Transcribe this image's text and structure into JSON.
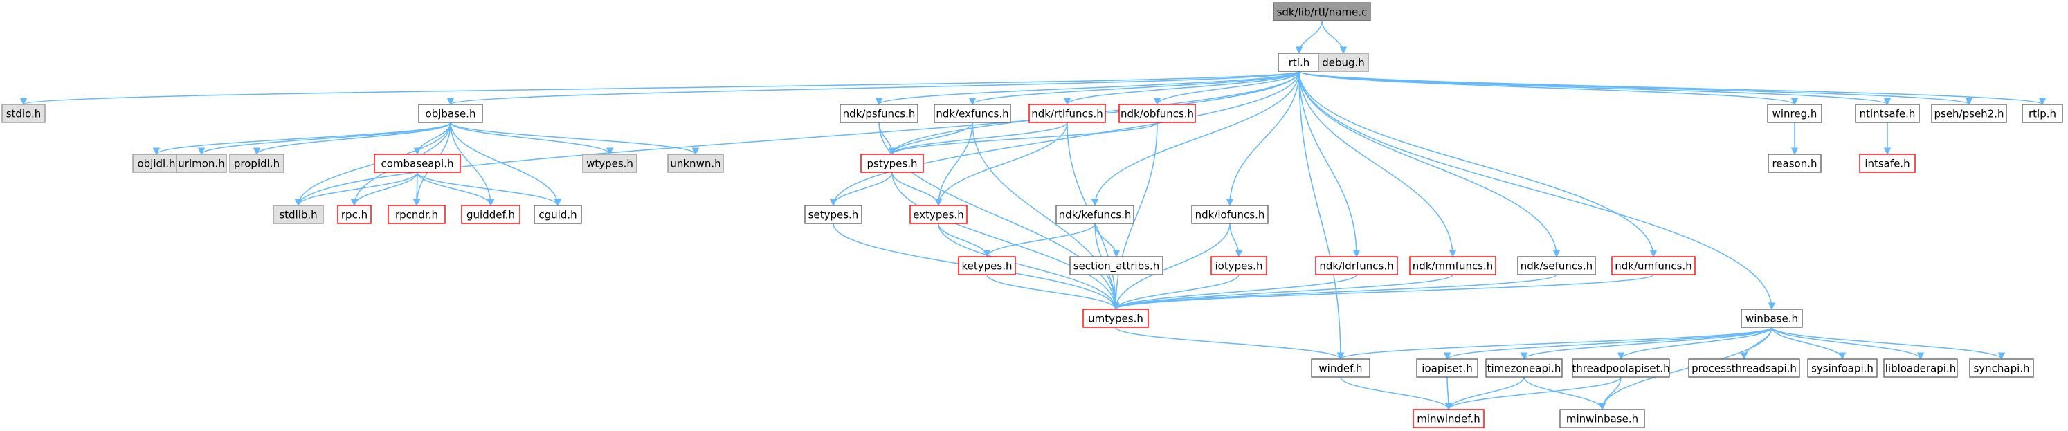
{
  "colors": {
    "edge": "#63b8ff",
    "text": "#000000",
    "root_fill": "#999999",
    "root_border": "#666666",
    "normal_fill": "#ffffff",
    "normal_border": "#666666",
    "red_border": "#ff0000",
    "gray_fill": "#e0e0e0",
    "gray_border": "#999999"
  },
  "nodes": [
    {
      "id": "name_c",
      "label": "sdk/lib/rtl/name.c",
      "style": "root"
    },
    {
      "id": "rtl_h",
      "label": "rtl.h",
      "style": "normal"
    },
    {
      "id": "debug_h",
      "label": "debug.h",
      "style": "gray"
    },
    {
      "id": "stdio_h",
      "label": "stdio.h",
      "style": "gray"
    },
    {
      "id": "objbase_h",
      "label": "objbase.h",
      "style": "normal"
    },
    {
      "id": "objidl_h",
      "label": "objidl.h",
      "style": "gray"
    },
    {
      "id": "urlmon_h",
      "label": "urlmon.h",
      "style": "gray"
    },
    {
      "id": "propidl_h",
      "label": "propidl.h",
      "style": "gray"
    },
    {
      "id": "combaseapi_h",
      "label": "combaseapi.h",
      "style": "red"
    },
    {
      "id": "wtypes_h",
      "label": "wtypes.h",
      "style": "gray"
    },
    {
      "id": "unknwn_h",
      "label": "unknwn.h",
      "style": "gray"
    },
    {
      "id": "stdlib_h",
      "label": "stdlib.h",
      "style": "gray"
    },
    {
      "id": "rpc_h",
      "label": "rpc.h",
      "style": "red"
    },
    {
      "id": "rpcndr_h",
      "label": "rpcndr.h",
      "style": "red"
    },
    {
      "id": "guiddef_h",
      "label": "guiddef.h",
      "style": "red"
    },
    {
      "id": "cguid_h",
      "label": "cguid.h",
      "style": "normal"
    },
    {
      "id": "psfuncs_h",
      "label": "ndk/psfuncs.h",
      "style": "normal"
    },
    {
      "id": "exfuncs_h",
      "label": "ndk/exfuncs.h",
      "style": "normal"
    },
    {
      "id": "rtlfuncs_h",
      "label": "ndk/rtlfuncs.h",
      "style": "red"
    },
    {
      "id": "obfuncs_h",
      "label": "ndk/obfuncs.h",
      "style": "red"
    },
    {
      "id": "pstypes_h",
      "label": "pstypes.h",
      "style": "red"
    },
    {
      "id": "setypes_h",
      "label": "setypes.h",
      "style": "normal"
    },
    {
      "id": "extypes_h",
      "label": "extypes.h",
      "style": "red"
    },
    {
      "id": "kefuncs_h",
      "label": "ndk/kefuncs.h",
      "style": "normal"
    },
    {
      "id": "ketypes_h",
      "label": "ketypes.h",
      "style": "red"
    },
    {
      "id": "section_attribs_h",
      "label": "section_attribs.h",
      "style": "normal"
    },
    {
      "id": "iofuncs_h",
      "label": "ndk/iofuncs.h",
      "style": "normal"
    },
    {
      "id": "iotypes_h",
      "label": "iotypes.h",
      "style": "red"
    },
    {
      "id": "ldrfuncs_h",
      "label": "ndk/ldrfuncs.h",
      "style": "red"
    },
    {
      "id": "mmfuncs_h",
      "label": "ndk/mmfuncs.h",
      "style": "red"
    },
    {
      "id": "sefuncs_h",
      "label": "ndk/sefuncs.h",
      "style": "normal"
    },
    {
      "id": "umfuncs_h",
      "label": "ndk/umfuncs.h",
      "style": "red"
    },
    {
      "id": "umtypes_h",
      "label": "umtypes.h",
      "style": "red"
    },
    {
      "id": "winreg_h",
      "label": "winreg.h",
      "style": "normal"
    },
    {
      "id": "reason_h",
      "label": "reason.h",
      "style": "normal"
    },
    {
      "id": "ntintsafe_h",
      "label": "ntintsafe.h",
      "style": "normal"
    },
    {
      "id": "intsafe_h",
      "label": "intsafe.h",
      "style": "red"
    },
    {
      "id": "pseh2_h",
      "label": "pseh/pseh2.h",
      "style": "normal"
    },
    {
      "id": "rtlp_h",
      "label": "rtlp.h",
      "style": "normal"
    },
    {
      "id": "winbase_h",
      "label": "winbase.h",
      "style": "normal"
    },
    {
      "id": "windef_h",
      "label": "windef.h",
      "style": "normal"
    },
    {
      "id": "ioapiset_h",
      "label": "ioapiset.h",
      "style": "normal"
    },
    {
      "id": "timezoneapi_h",
      "label": "timezoneapi.h",
      "style": "normal"
    },
    {
      "id": "threadpoolapiset_h",
      "label": "threadpoolapiset.h",
      "style": "normal"
    },
    {
      "id": "processthreadsapi_h",
      "label": "processthreadsapi.h",
      "style": "normal"
    },
    {
      "id": "sysinfoapi_h",
      "label": "sysinfoapi.h",
      "style": "normal"
    },
    {
      "id": "libloaderapi_h",
      "label": "libloaderapi.h",
      "style": "normal"
    },
    {
      "id": "synchapi_h",
      "label": "synchapi.h",
      "style": "normal"
    },
    {
      "id": "minwindef_h",
      "label": "minwindef.h",
      "style": "red"
    },
    {
      "id": "minwinbase_h",
      "label": "minwinbase.h",
      "style": "normal"
    }
  ],
  "edges": [
    [
      "name_c",
      "rtl_h"
    ],
    [
      "name_c",
      "debug_h"
    ],
    [
      "rtl_h",
      "stdio_h"
    ],
    [
      "rtl_h",
      "stdlib_h"
    ],
    [
      "rtl_h",
      "objbase_h"
    ],
    [
      "rtl_h",
      "setypes_h"
    ],
    [
      "rtl_h",
      "psfuncs_h"
    ],
    [
      "rtl_h",
      "exfuncs_h"
    ],
    [
      "rtl_h",
      "rtlfuncs_h"
    ],
    [
      "rtl_h",
      "obfuncs_h"
    ],
    [
      "rtl_h",
      "pstypes_h"
    ],
    [
      "rtl_h",
      "kefuncs_h"
    ],
    [
      "rtl_h",
      "iofuncs_h"
    ],
    [
      "rtl_h",
      "ldrfuncs_h"
    ],
    [
      "rtl_h",
      "mmfuncs_h"
    ],
    [
      "rtl_h",
      "sefuncs_h"
    ],
    [
      "rtl_h",
      "umfuncs_h"
    ],
    [
      "rtl_h",
      "windef_h"
    ],
    [
      "rtl_h",
      "winreg_h"
    ],
    [
      "rtl_h",
      "ntintsafe_h"
    ],
    [
      "rtl_h",
      "pseh2_h"
    ],
    [
      "rtl_h",
      "rtlp_h"
    ],
    [
      "rtl_h",
      "winbase_h"
    ],
    [
      "objbase_h",
      "objidl_h"
    ],
    [
      "objbase_h",
      "urlmon_h"
    ],
    [
      "objbase_h",
      "propidl_h"
    ],
    [
      "objbase_h",
      "combaseapi_h"
    ],
    [
      "objbase_h",
      "wtypes_h"
    ],
    [
      "objbase_h",
      "unknwn_h"
    ],
    [
      "objbase_h",
      "stdlib_h"
    ],
    [
      "objbase_h",
      "rpc_h"
    ],
    [
      "objbase_h",
      "rpcndr_h"
    ],
    [
      "objbase_h",
      "guiddef_h"
    ],
    [
      "objbase_h",
      "cguid_h"
    ],
    [
      "combaseapi_h",
      "stdlib_h"
    ],
    [
      "combaseapi_h",
      "rpc_h"
    ],
    [
      "combaseapi_h",
      "rpcndr_h"
    ],
    [
      "combaseapi_h",
      "guiddef_h"
    ],
    [
      "combaseapi_h",
      "cguid_h"
    ],
    [
      "psfuncs_h",
      "pstypes_h"
    ],
    [
      "psfuncs_h",
      "umtypes_h"
    ],
    [
      "exfuncs_h",
      "pstypes_h"
    ],
    [
      "exfuncs_h",
      "extypes_h"
    ],
    [
      "exfuncs_h",
      "umtypes_h"
    ],
    [
      "rtlfuncs_h",
      "pstypes_h"
    ],
    [
      "rtlfuncs_h",
      "extypes_h"
    ],
    [
      "rtlfuncs_h",
      "umtypes_h"
    ],
    [
      "obfuncs_h",
      "pstypes_h"
    ],
    [
      "obfuncs_h",
      "umtypes_h"
    ],
    [
      "pstypes_h",
      "setypes_h"
    ],
    [
      "pstypes_h",
      "extypes_h"
    ],
    [
      "pstypes_h",
      "umtypes_h"
    ],
    [
      "setypes_h",
      "umtypes_h"
    ],
    [
      "extypes_h",
      "ketypes_h"
    ],
    [
      "extypes_h",
      "umtypes_h"
    ],
    [
      "kefuncs_h",
      "ketypes_h"
    ],
    [
      "kefuncs_h",
      "section_attribs_h"
    ],
    [
      "kefuncs_h",
      "umtypes_h"
    ],
    [
      "ketypes_h",
      "umtypes_h"
    ],
    [
      "iofuncs_h",
      "iotypes_h"
    ],
    [
      "iofuncs_h",
      "umtypes_h"
    ],
    [
      "iotypes_h",
      "umtypes_h"
    ],
    [
      "ldrfuncs_h",
      "umtypes_h"
    ],
    [
      "mmfuncs_h",
      "umtypes_h"
    ],
    [
      "sefuncs_h",
      "umtypes_h"
    ],
    [
      "umfuncs_h",
      "umtypes_h"
    ],
    [
      "umtypes_h",
      "windef_h"
    ],
    [
      "winreg_h",
      "reason_h"
    ],
    [
      "ntintsafe_h",
      "intsafe_h"
    ],
    [
      "winbase_h",
      "windef_h"
    ],
    [
      "winbase_h",
      "ioapiset_h"
    ],
    [
      "winbase_h",
      "timezoneapi_h"
    ],
    [
      "winbase_h",
      "threadpoolapiset_h"
    ],
    [
      "winbase_h",
      "processthreadsapi_h"
    ],
    [
      "winbase_h",
      "sysinfoapi_h"
    ],
    [
      "winbase_h",
      "libloaderapi_h"
    ],
    [
      "winbase_h",
      "synchapi_h"
    ],
    [
      "winbase_h",
      "minwinbase_h"
    ],
    [
      "windef_h",
      "minwindef_h"
    ],
    [
      "ioapiset_h",
      "minwindef_h"
    ],
    [
      "timezoneapi_h",
      "minwindef_h"
    ],
    [
      "timezoneapi_h",
      "minwinbase_h"
    ],
    [
      "threadpoolapiset_h",
      "minwindef_h"
    ],
    [
      "threadpoolapiset_h",
      "minwinbase_h"
    ]
  ]
}
